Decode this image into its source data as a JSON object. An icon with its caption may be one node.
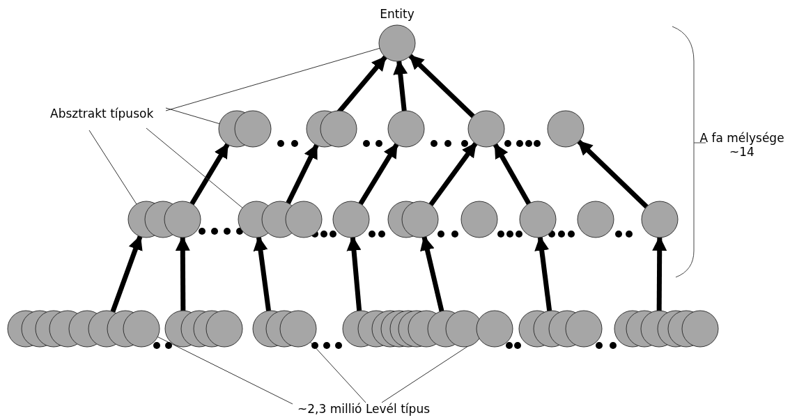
{
  "diagram": {
    "nodes": [
      {
        "text": [
          "Entity"
        ]
      },
      {
        "text": [
          "Absztrakt típusok"
        ]
      },
      {
        "text": [],
        "shape": "circle"
      },
      {
        "text": [],
        "shape": "circle"
      },
      {
        "text": [],
        "shape": "circle"
      },
      {
        "text": [],
        "shape": "circle"
      },
      {
        "text": [],
        "shape": "circle"
      },
      {
        "text": [],
        "shape": "circle"
      },
      {
        "text": [],
        "shape": "circle"
      },
      {
        "text": [],
        "shape": "circle"
      },
      {
        "text": [],
        "shape": "circle"
      },
      {
        "text": [],
        "shape": "circle"
      },
      {
        "text": [],
        "shape": "circle"
      },
      {
        "text": [],
        "shape": "circle"
      },
      {
        "text": [],
        "shape": "circle"
      },
      {
        "text": [],
        "shape": "circle"
      },
      {
        "text": [],
        "shape": "circle"
      },
      {
        "text": [],
        "shape": "circle"
      },
      {
        "text": [],
        "shape": "circle"
      },
      {
        "text": [],
        "shape": "circle"
      },
      {
        "text": [],
        "shape": "circle"
      },
      {
        "text": [
          "~2,3 millió Levél típus"
        ]
      }
    ],
    "edges": [
      {
        "from": 3,
        "to": 0,
        "arrow": "to"
      },
      {
        "from": 4,
        "to": 0,
        "arrow": "to"
      },
      {
        "from": 5,
        "to": 0,
        "arrow": "to"
      },
      {
        "from": 7,
        "to": 2,
        "arrow": "to"
      },
      {
        "from": 8,
        "to": 3,
        "arrow": "to"
      },
      {
        "from": 9,
        "to": 4,
        "arrow": "to"
      },
      {
        "from": 10,
        "to": 5,
        "arrow": "to"
      },
      {
        "from": 12,
        "to": 5,
        "arrow": "to"
      },
      {
        "from": 14,
        "to": 6,
        "arrow": "to"
      },
      {
        "from": 15,
        "to": 7,
        "arrow": "to"
      },
      {
        "from": 16,
        "to": 7,
        "arrow": "to"
      },
      {
        "from": 17,
        "to": 8,
        "arrow": "to"
      },
      {
        "from": 18,
        "to": 9,
        "arrow": "to"
      },
      {
        "from": 18,
        "to": 10,
        "arrow": "to"
      },
      {
        "from": 19,
        "to": 12,
        "arrow": "to"
      },
      {
        "from": 20,
        "to": 14,
        "arrow": "to"
      },
      {
        "from": 1,
        "to": 0,
        "arrow": "none"
      },
      {
        "from": 1,
        "to": 2,
        "arrow": "none"
      },
      {
        "from": 1,
        "to": 7,
        "arrow": "none"
      },
      {
        "from": 1,
        "to": 8,
        "arrow": "none"
      },
      {
        "from": 21,
        "to": 15,
        "arrow": "none"
      },
      {
        "from": 21,
        "to": 17,
        "arrow": "none"
      },
      {
        "from": 21,
        "to": 18,
        "arrow": "none"
      }
    ],
    "labels": [
      "A fa mélysége ~14"
    ]
  }
}
